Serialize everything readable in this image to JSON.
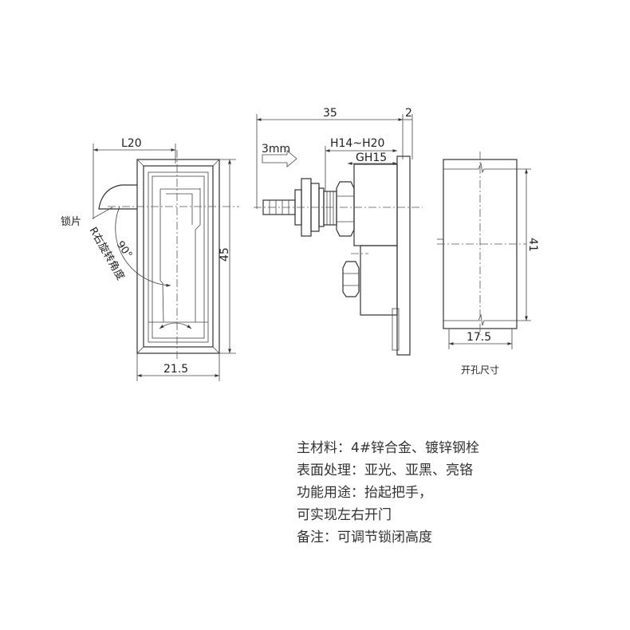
{
  "front_view": {
    "dim_width_top": "L20",
    "dim_height": "45",
    "dim_width_bottom": "21.5",
    "label_latch": "锁片",
    "label_rotation": "R右旋转角度",
    "label_angle": "90°"
  },
  "side_view": {
    "dim_length": "35",
    "dim_flange": "2",
    "dim_stroke": "3mm",
    "dim_range": "H14~H20",
    "dim_model": "GH15"
  },
  "cutout_view": {
    "dim_height": "41",
    "dim_width": "17.5",
    "caption": "开孔尺寸"
  },
  "specs": [
    "主材料：4#锌合金、镀锌钢栓",
    "表面处理：亚光、亚黑、亮铬",
    "功能用途：抬起把手，",
    "可实现左右开门",
    "备注：可调节锁闭高度"
  ]
}
